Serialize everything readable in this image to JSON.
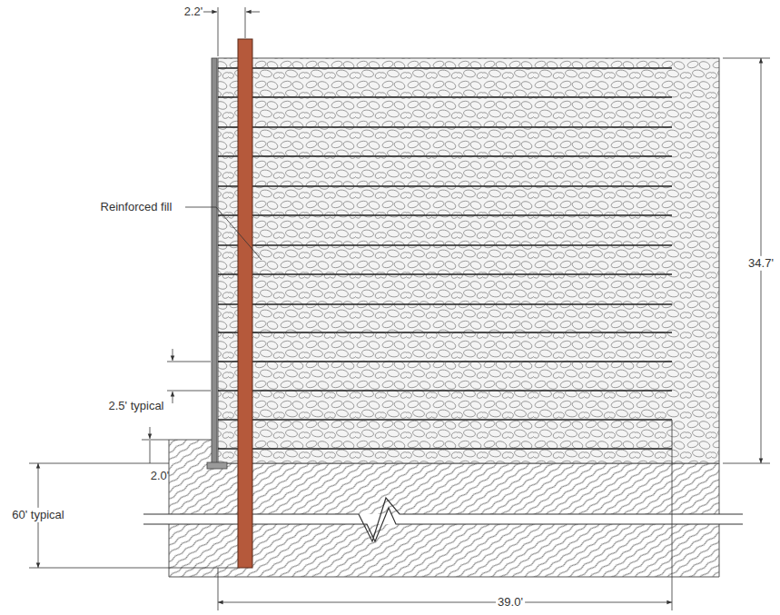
{
  "diagram": {
    "labels": [
      "2.2'",
      "Reinforced fill",
      "34.7'",
      "2.5' typical",
      "2.0'",
      "60' typical",
      "39.0'"
    ]
  }
}
